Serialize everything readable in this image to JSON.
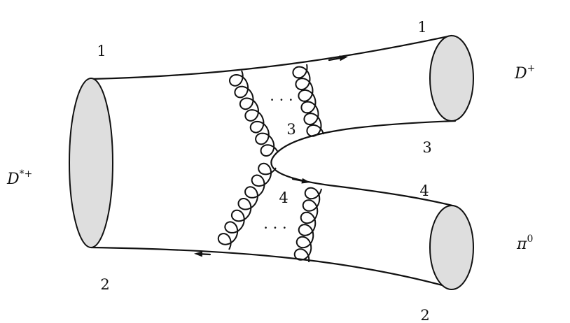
{
  "labels": {
    "initial_meson_base": "D",
    "initial_meson_sup": "*+",
    "final_meson_top_base": "D",
    "final_meson_top_sup": "+",
    "final_meson_bottom_base": "π",
    "final_meson_bottom_sup": "0",
    "quark_1_left": "1",
    "quark_1_right": "1",
    "quark_2_left": "2",
    "quark_2_right": "2",
    "quark_3_mid": "3",
    "quark_3_right": "3",
    "quark_4_mid": "4",
    "quark_4_right": "4",
    "dots_top": "· · ·",
    "dots_bottom": "· · ·"
  },
  "colors": {
    "line": "#111111",
    "blob_fill": "#dedede",
    "background": "#ffffff"
  }
}
